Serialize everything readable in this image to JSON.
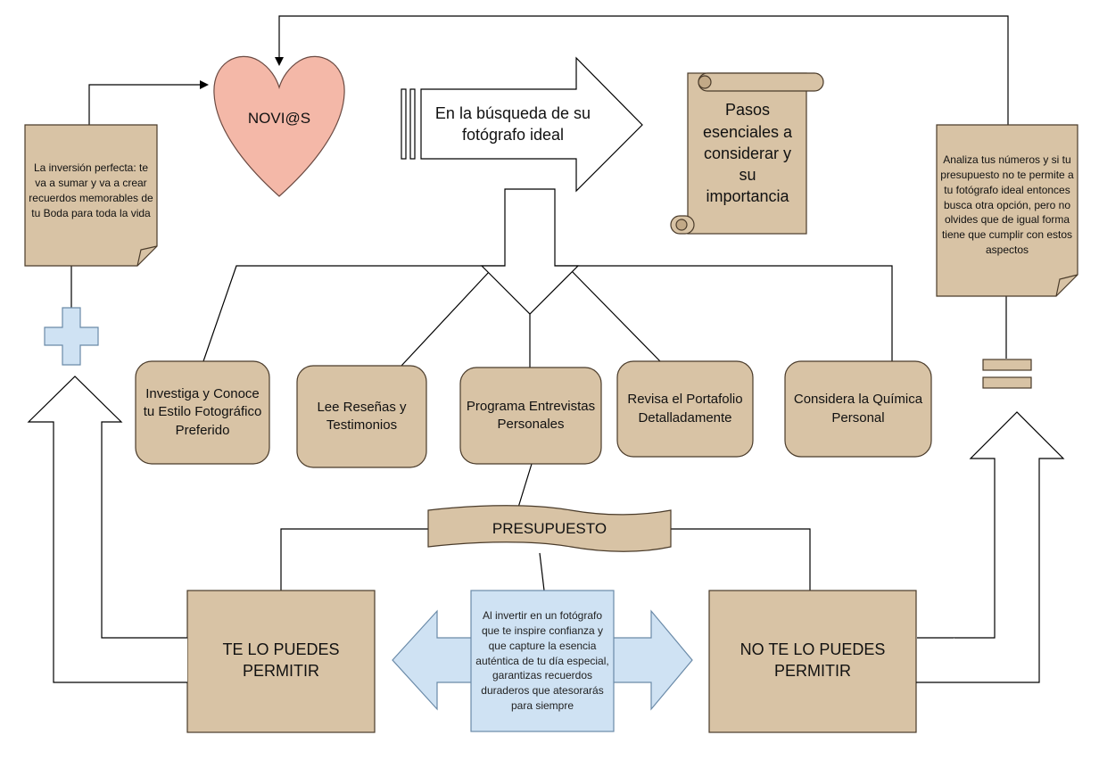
{
  "colors": {
    "box_fill": "#d8c3a5",
    "box_stroke": "#4a3b2a",
    "heart_fill": "#f4b8a8",
    "light_blue": "#cfe2f3",
    "line": "#000000"
  },
  "heart": {
    "label": "NOVI@S",
    "icon": "heart-icon"
  },
  "search_arrow": {
    "text": "En la búsqueda de su fotógrafo ideal"
  },
  "scroll": {
    "text": "Pasos esenciales a considerar y su importancia",
    "icon": "scroll-icon"
  },
  "left_note": {
    "text": "La inversión perfecta: te va a sumar y va a crear recuerdos memorables de tu Boda para toda la vida"
  },
  "right_note": {
    "text": "Analiza tus números y si tu presupuesto no te permite a tu fotógrafo ideal entonces busca otra opción, pero no olvides que de igual forma tiene que cumplir con estos aspectos"
  },
  "plus_icon": "plus-icon",
  "equals_icon": "equals-icon",
  "steps": [
    {
      "label": "Investiga y Conoce tu Estilo Fotográfico Preferido"
    },
    {
      "label": "Lee Reseñas y Testimonios"
    },
    {
      "label": "Programa Entrevistas Personales"
    },
    {
      "label": "Revisa el Portafolio Detalladamente"
    },
    {
      "label": "Considera la Química Personal"
    }
  ],
  "budget": {
    "label": "PRESUPUESTO"
  },
  "can_afford": {
    "label": "TE LO PUEDES PERMITIR"
  },
  "cannot_afford": {
    "label": "NO TE LO PUEDES PERMITIR"
  },
  "center_note": {
    "text": "Al invertir en un fotógrafo que te inspire confianza y que capture la esencia auténtica de tu día especial, garantizas recuerdos duraderos que atesorarás para siempre"
  }
}
